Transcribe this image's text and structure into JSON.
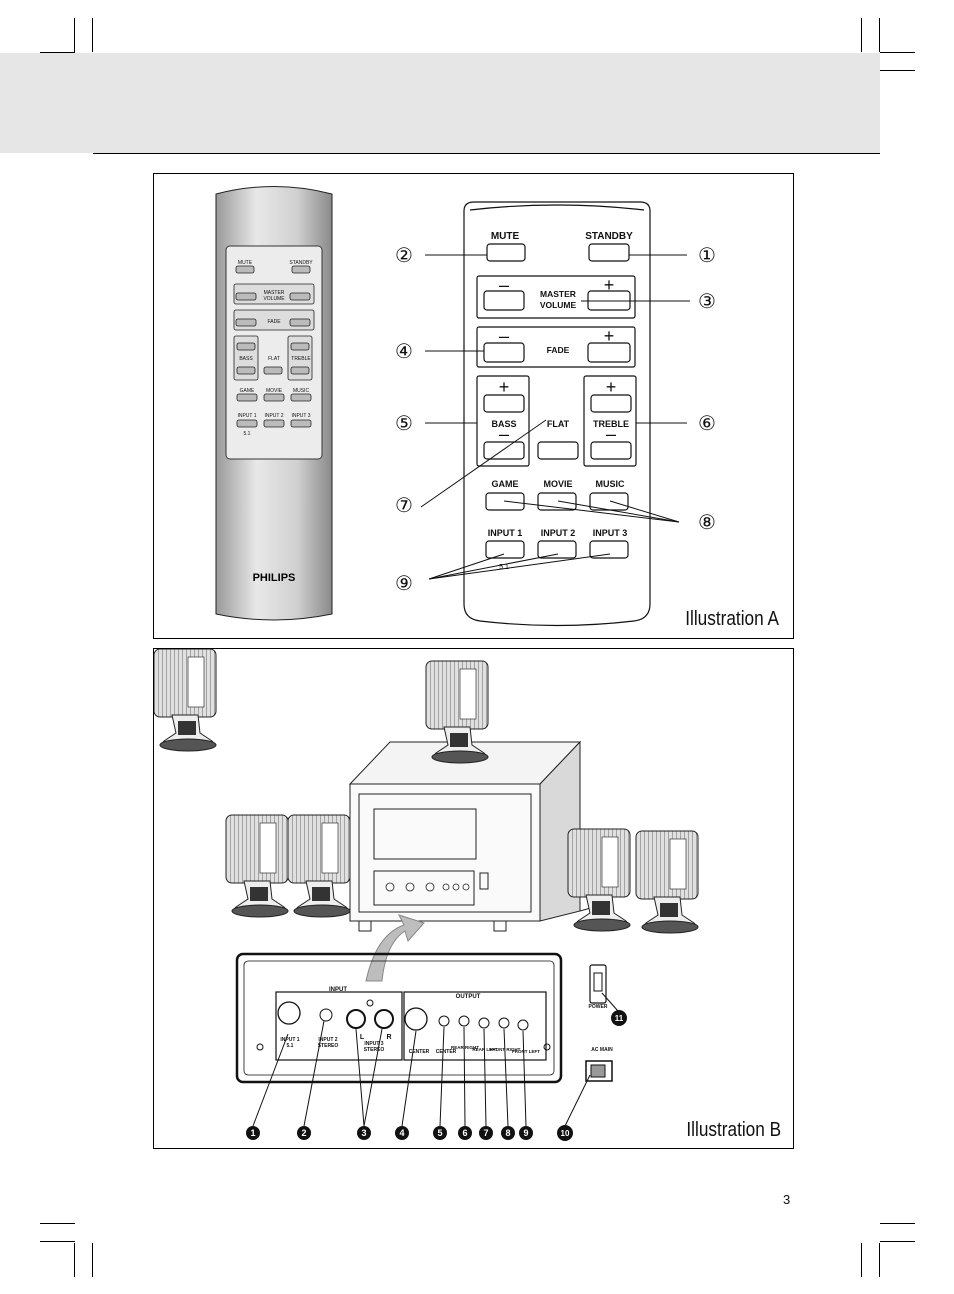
{
  "page": {
    "number": "3"
  },
  "illustration_a": {
    "caption": "Illustration A",
    "brand": "PHILIPS",
    "buttons": {
      "mute": "MUTE",
      "standby": "STANDBY",
      "master": "MASTER",
      "volume": "VOLUME",
      "fade": "FADE",
      "bass": "BASS",
      "flat": "FLAT",
      "treble": "TREBLE",
      "game": "GAME",
      "movie": "MOVIE",
      "music": "MUSIC",
      "input1": "INPUT 1",
      "input2": "INPUT 2",
      "input3": "INPUT 3",
      "sub51": "5.1",
      "plus": "+",
      "minus": "–"
    },
    "callouts": [
      "①",
      "②",
      "③",
      "④",
      "⑤",
      "⑥",
      "⑦",
      "⑧",
      "⑨"
    ]
  },
  "illustration_b": {
    "caption": "Illustration B",
    "panel": {
      "input": "INPUT",
      "output": "OUTPUT",
      "power": "POWER",
      "ac_main": "AC MAIN",
      "input1": "INPUT 1",
      "input1_sub": "5.1",
      "input2": "INPUT 2",
      "input2_sub": "STEREO",
      "input3": "INPUT 3",
      "input3_sub": "STEREO",
      "l": "L",
      "r": "R",
      "center": "CENTER",
      "center2": "CENTER",
      "rear_right": "REAR RIGHT",
      "rear_left": "REAR LEFT",
      "front_right": "FRONT RIGHT",
      "front_left": "FRONT LEFT"
    },
    "callouts": [
      "1",
      "2",
      "3",
      "4",
      "5",
      "6",
      "7",
      "8",
      "9",
      "10",
      "11"
    ]
  }
}
